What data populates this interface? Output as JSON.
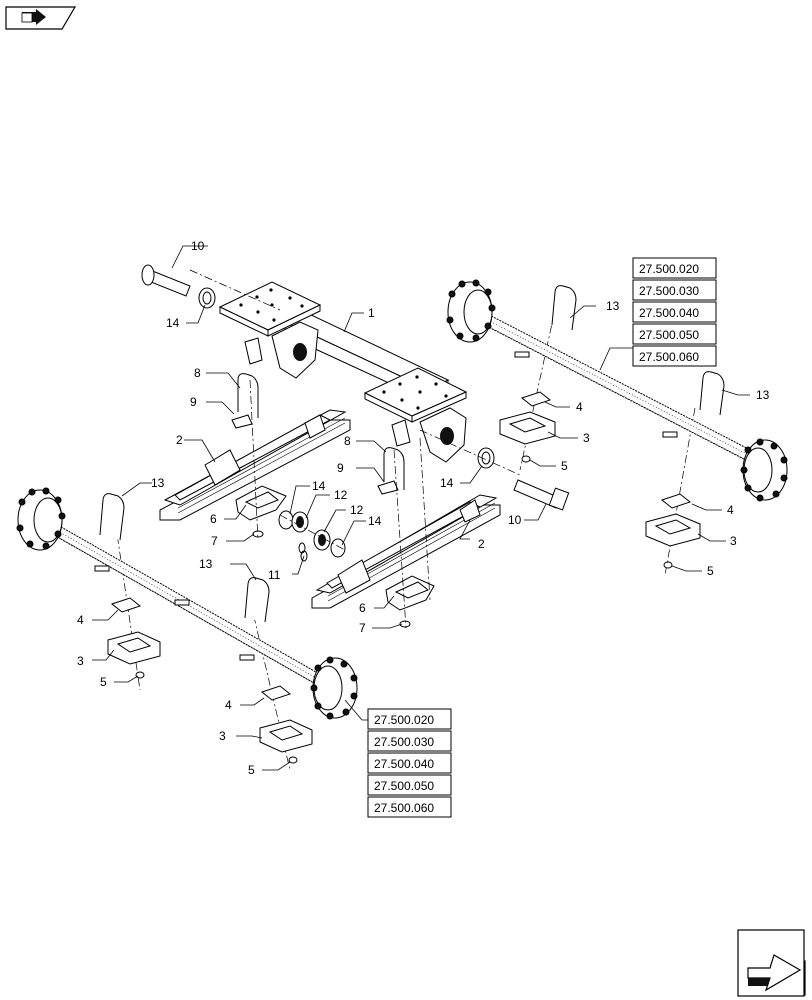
{
  "callouts": {
    "c1": "1",
    "c2a": "2",
    "c2b": "2",
    "c3a": "3",
    "c3b": "3",
    "c3c": "3",
    "c3d": "3",
    "c4a": "4",
    "c4b": "4",
    "c4c": "4",
    "c4d": "4",
    "c5a": "5",
    "c5b": "5",
    "c5c": "5",
    "c5d": "5",
    "c6a": "6",
    "c6b": "6",
    "c7a": "7",
    "c7b": "7",
    "c8a": "8",
    "c8b": "8",
    "c9a": "9",
    "c9b": "9",
    "c10a": "10",
    "c10b": "10",
    "c11": "11",
    "c12a": "12",
    "c12b": "12",
    "c13a": "13",
    "c13b": "13",
    "c13c": "13",
    "c13d": "13",
    "c14a": "14",
    "c14b": "14",
    "c14c": "14",
    "c14d": "14"
  },
  "reference_boxes": {
    "right_axle": [
      "27.500.020",
      "27.500.030",
      "27.500.040",
      "27.500.050",
      "27.500.060"
    ],
    "left_axle": [
      "27.500.020",
      "27.500.030",
      "27.500.040",
      "27.500.050",
      "27.500.060"
    ]
  },
  "icons": {
    "top_left": "back-navigation-icon",
    "bottom_right": "next-page-icon"
  }
}
